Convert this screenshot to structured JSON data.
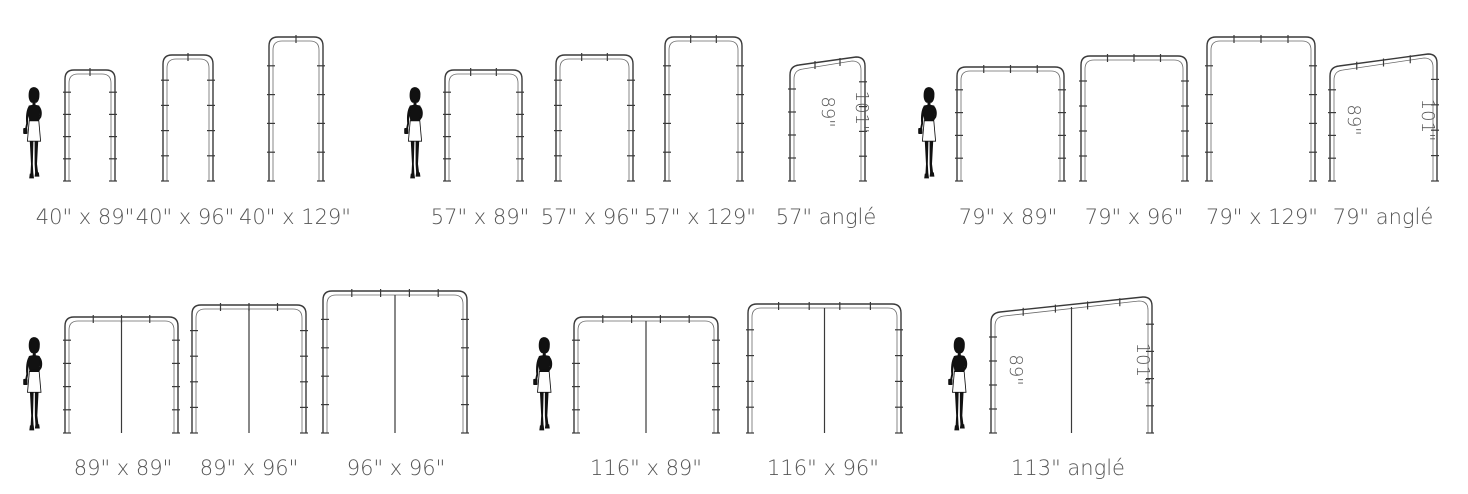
{
  "diagram": {
    "groups": [
      {
        "id": "40-inch",
        "frames": [
          {
            "label": "40\" x 89\""
          },
          {
            "label": "40\" x 96\""
          },
          {
            "label": "40\" x 129\""
          }
        ]
      },
      {
        "id": "57-inch",
        "frames": [
          {
            "label": "57\" x 89\""
          },
          {
            "label": "57\" x 96\""
          },
          {
            "label": "57\" x 129\""
          },
          {
            "label": "57\" anglé",
            "left_height_label": "89\"",
            "right_height_label": "101\""
          }
        ]
      },
      {
        "id": "79-inch",
        "frames": [
          {
            "label": "79\" x 89\""
          },
          {
            "label": "79\" x 96\""
          },
          {
            "label": "79\" x 129\""
          },
          {
            "label": "79\" anglé",
            "left_height_label": "89\"",
            "right_height_label": "101\""
          }
        ]
      },
      {
        "id": "double-89-96",
        "frames": [
          {
            "label": "89\" x 89\""
          },
          {
            "label": "89\" x 96\""
          },
          {
            "label": "96\" x 96\""
          }
        ]
      },
      {
        "id": "double-116",
        "frames": [
          {
            "label": "116\" x 89\""
          },
          {
            "label": "116\" x 96\""
          }
        ]
      },
      {
        "id": "double-113-angle",
        "frames": [
          {
            "label": "113\" anglé",
            "left_height_label": "89\"",
            "right_height_label": "101\""
          }
        ]
      }
    ]
  }
}
